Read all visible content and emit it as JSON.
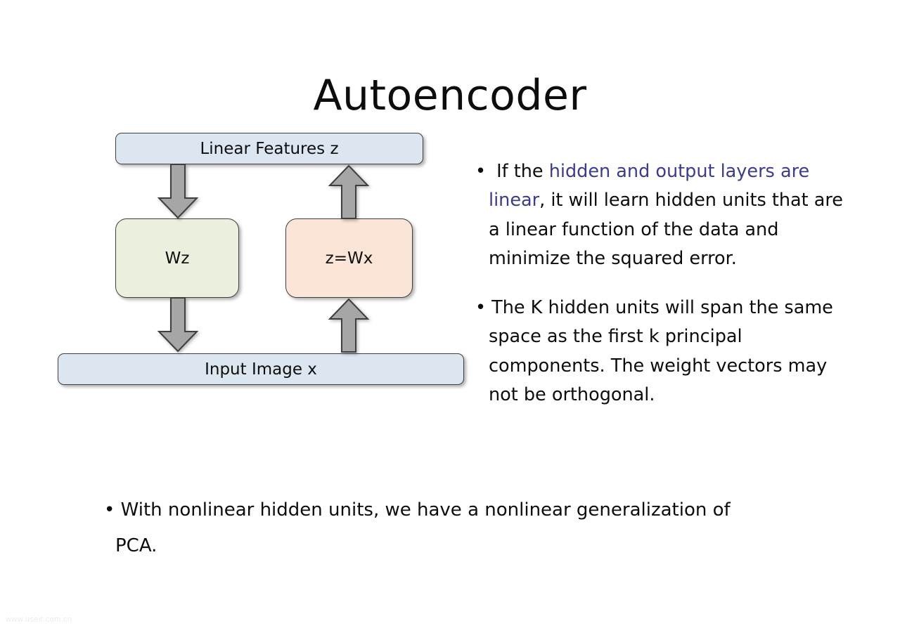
{
  "slide": {
    "title": "Autoencoder",
    "background_color": "#ffffff",
    "watermark": "www.useit.com.cn"
  },
  "diagram": {
    "nodes": [
      {
        "id": "linear-features",
        "label": "Linear Features z",
        "fill": "#dce6f1"
      },
      {
        "id": "wz",
        "label": "Wz",
        "fill": "#ebefdd"
      },
      {
        "id": "zwx",
        "label": "z=Wx",
        "fill": "#fbe5d6"
      },
      {
        "id": "input-image",
        "label": "Input Image x",
        "fill": "#dce6f1"
      }
    ],
    "arrows": [
      {
        "id": "encoder-top",
        "direction": "down",
        "from": "linear-features",
        "to": "wz",
        "fill": "#a6a6a6"
      },
      {
        "id": "encoder-bottom",
        "direction": "down",
        "from": "wz",
        "to": "input-image",
        "fill": "#a6a6a6"
      },
      {
        "id": "decoder-bottom",
        "direction": "up",
        "from": "input-image",
        "to": "zwx",
        "fill": "#a6a6a6"
      },
      {
        "id": "decoder-top",
        "direction": "up",
        "from": "zwx",
        "to": "linear-features",
        "fill": "#a6a6a6"
      }
    ]
  },
  "bullets": {
    "linear": {
      "mark": "•",
      "text_before": " If the ",
      "highlight": "hidden and output layers are linear",
      "text_after": ", it will learn hidden units that are a linear function of the data and minimize the squared error.",
      "highlight_color": "#3c3c8c"
    },
    "span": {
      "mark": "•",
      "text": " The K hidden units will span the same space as the first k principal components. The weight vectors may not be orthogonal."
    }
  },
  "bottom_note": {
    "mark": "•",
    "text": " With nonlinear hidden units, we have a nonlinear generalization of PCA."
  }
}
